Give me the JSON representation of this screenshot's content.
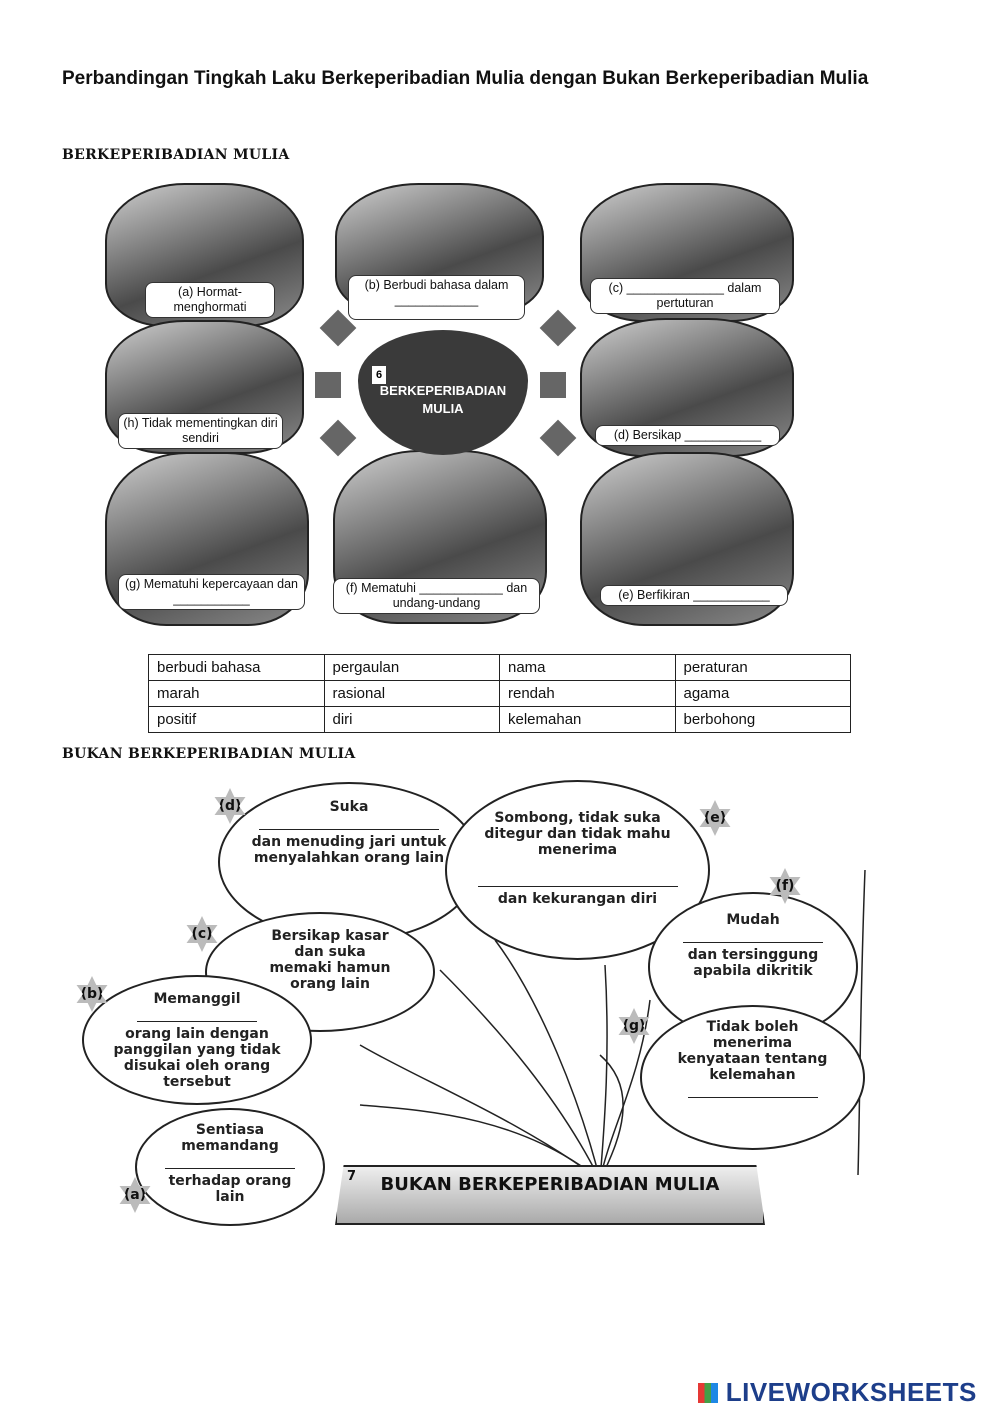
{
  "title": "Perbandingan Tingkah Laku Berkeperibadian Mulia dengan Bukan Berkeperibadian Mulia",
  "section1": "Berkeperibadian Mulia",
  "diagram1": {
    "center_number": "6",
    "center_label": "BERKEPERIBADIAN MULIA",
    "labels": {
      "a": "(a) Hormat-menghormati",
      "b": "(b) Berbudi bahasa dalam ____________",
      "c": "(c) ______________ dalam pertuturan",
      "d": "(d) Bersikap ___________",
      "e": "(e) Berfikiran ___________",
      "f": "(f) Mematuhi ____________ dan undang-undang",
      "g": "(g) Mematuhi kepercayaan dan ___________",
      "h": "(h) Tidak mementingkan diri sendiri"
    }
  },
  "word_bank": [
    [
      "berbudi bahasa",
      "pergaulan",
      "nama",
      "peraturan"
    ],
    [
      "marah",
      "rasional",
      "rendah",
      "agama"
    ],
    [
      "positif",
      "diri",
      "kelemahan",
      "berbohong"
    ]
  ],
  "section2": "Bukan Berkeperibadian Mulia",
  "diagram2": {
    "center_number": "7",
    "center_label": "BUKAN BERKEPERIBADIAN MULIA",
    "balloons": {
      "a": {
        "letter": "(a)",
        "before": "Sentiasa memandang",
        "after": "terhadap orang lain"
      },
      "b": {
        "letter": "(b)",
        "before": "Memanggil",
        "after": "orang lain dengan panggilan yang tidak disukai oleh orang tersebut"
      },
      "c": {
        "letter": "(c)",
        "before": "Bersikap kasar dan suka memaki hamun orang lain",
        "after": ""
      },
      "d": {
        "letter": "(d)",
        "before": "Suka",
        "after": "dan menuding jari untuk menyalahkan orang lain"
      },
      "e": {
        "letter": "(e)",
        "before": "Sombong, tidak suka ditegur dan tidak mahu menerima",
        "after": "dan kekurangan diri"
      },
      "f": {
        "letter": "(f)",
        "before": "Mudah",
        "after": "dan tersinggung apabila dikritik"
      },
      "g": {
        "letter": "(g)",
        "before": "Tidak boleh menerima kenyataan tentang kelemahan",
        "after": ""
      }
    }
  },
  "logo": "LIVEWORKSHEETS"
}
